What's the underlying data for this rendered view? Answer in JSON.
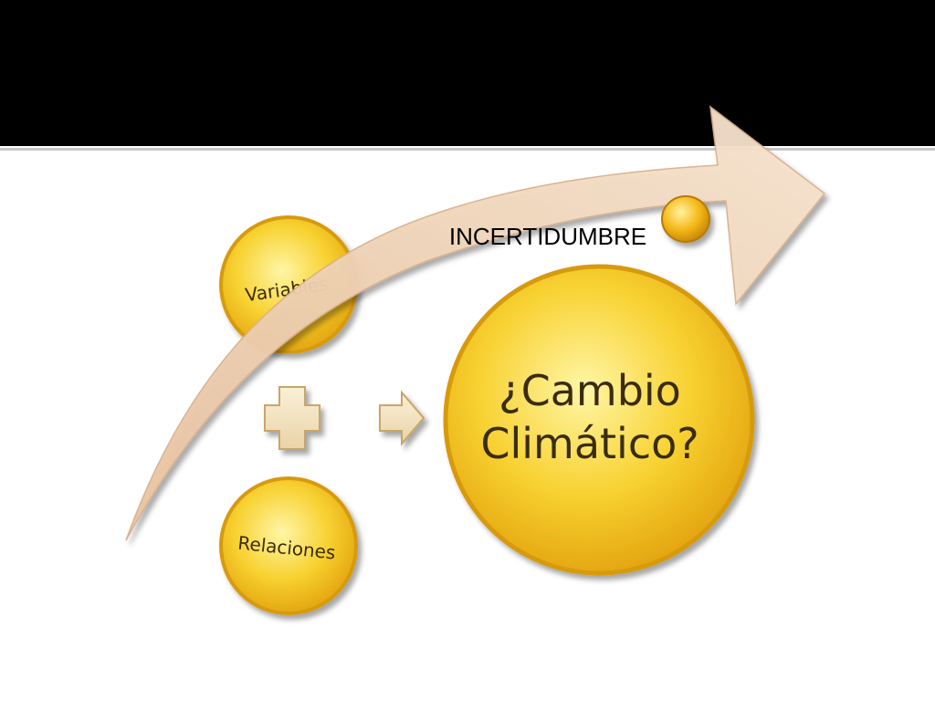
{
  "slide": {
    "band_color": "#000000",
    "background_color": "#ffffff"
  },
  "diagram": {
    "circles": {
      "variables": "Variables",
      "relaciones": "Relaciones",
      "main_line1": "¿Cambio",
      "main_line2": "Climático?"
    },
    "arrow_label": "INCERTIDUMBRE",
    "colors": {
      "circle_fill": "#f6c21c",
      "circle_center": "#fff5a0",
      "circle_rim": "#d79a0c",
      "arrow_fill": "#eecfb0",
      "plus_fill": "#f4e3bc",
      "text": "#3a2c10"
    },
    "icons": [
      "plus-icon",
      "right-arrow-icon",
      "bead-icon"
    ]
  }
}
